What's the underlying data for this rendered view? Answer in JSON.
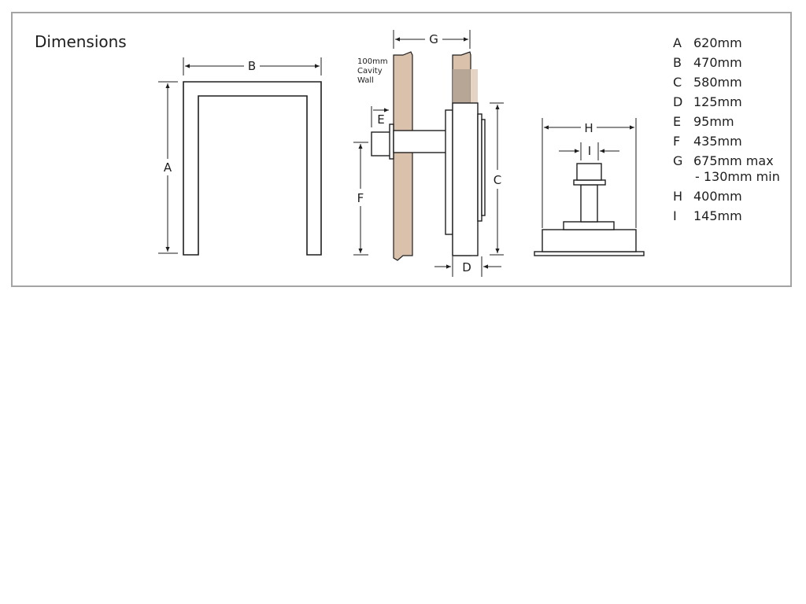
{
  "title": "Dimensions",
  "diagram": {
    "labels": {
      "a": "A",
      "b": "B",
      "c": "C",
      "d": "D",
      "e": "E",
      "f": "F",
      "g": "G",
      "h": "H",
      "i": "I"
    },
    "cavity_wall": [
      "100mm",
      "Cavity",
      "Wall"
    ]
  },
  "legend": [
    {
      "letter": "A",
      "value": "620mm"
    },
    {
      "letter": "B",
      "value": "470mm"
    },
    {
      "letter": "C",
      "value": "580mm"
    },
    {
      "letter": "D",
      "value": "125mm"
    },
    {
      "letter": "E",
      "value": "95mm"
    },
    {
      "letter": "F",
      "value": "435mm"
    },
    {
      "letter": "G",
      "value": "675mm max",
      "value2": "- 130mm min"
    },
    {
      "letter": "H",
      "value": "400mm"
    },
    {
      "letter": "I",
      "value": "145mm"
    }
  ],
  "colors": {
    "panel_border": "#a4a4a4",
    "wall_fill": "#d9c1ab",
    "wall_shadow": "#b0a092",
    "ink": "#1e1e1e"
  }
}
